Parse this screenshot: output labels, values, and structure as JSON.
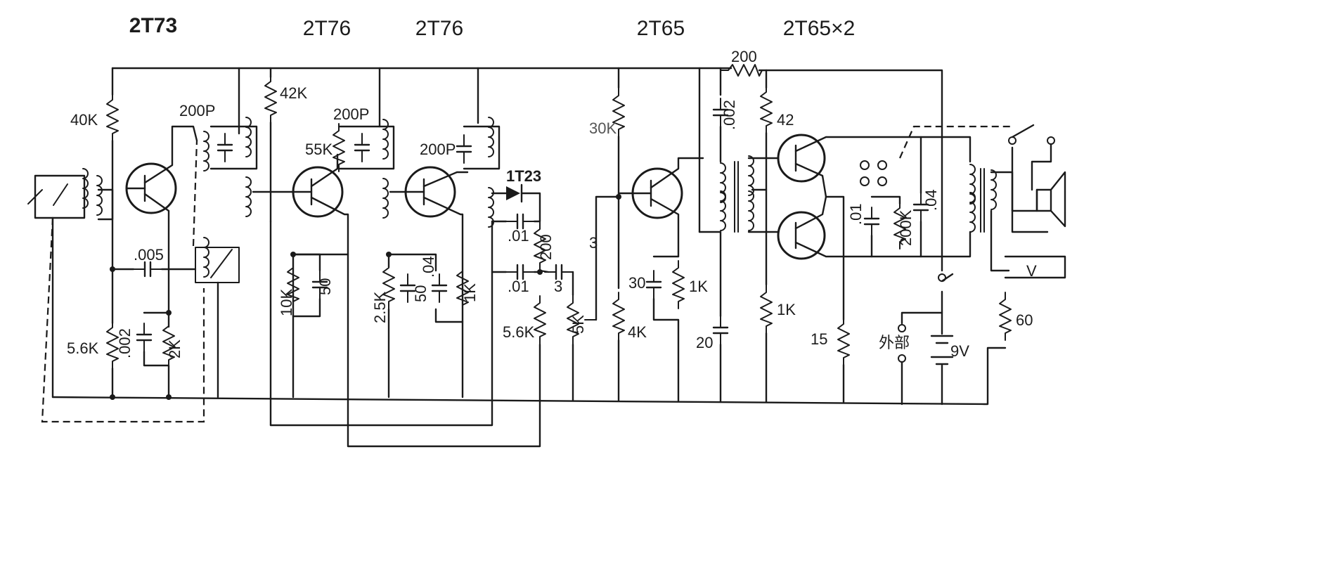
{
  "headers": [
    "2T73",
    "2T76",
    "2T76",
    "2T65",
    "2T65×2"
  ],
  "labels": {
    "r40k": "40K",
    "c200p_1": "200P",
    "r42k": "42K",
    "c200p_2": "200P",
    "r55k": "55K",
    "c200p_3": "200P",
    "diode": "1T23",
    "r30k": "30K",
    "c002_top": ".002",
    "r200_top": "200",
    "r42": "42",
    "c005": ".005",
    "r10k": "10K",
    "c50_1": "50",
    "r25k": "2.5K",
    "c50_2": "50",
    "c04": ".04",
    "r1k_3": "1K",
    "c01_a": ".01",
    "r200_b": "200",
    "c01_b": ".01",
    "c3": "3",
    "c3b": "3",
    "c30": "30",
    "r1k_4": "1K",
    "r1k_5": "1K",
    "c01_out": ".01",
    "r200k": "200K",
    "c04_out": ".04",
    "r56k_1": "5.6K",
    "c002_b": ".002",
    "r2k": "2K",
    "r56k_2": "5.6K",
    "vol5k": "5K",
    "r4k": "4K",
    "c20": "20",
    "r15": "15",
    "ext": "外部",
    "batt": "9V",
    "r60": "60",
    "jack": "V"
  }
}
